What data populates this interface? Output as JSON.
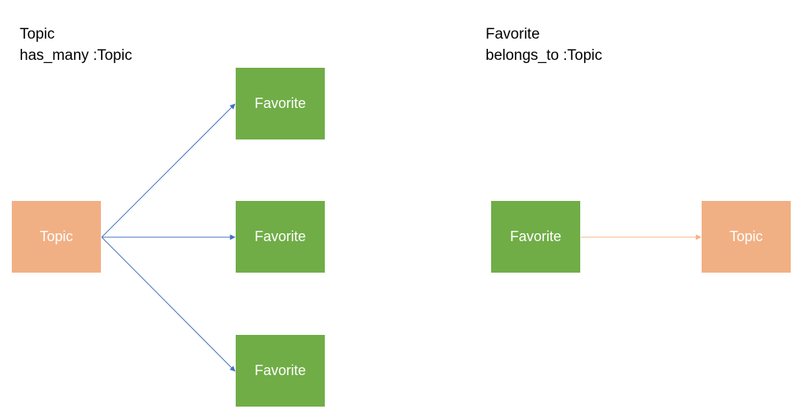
{
  "left_caption": {
    "title": "Topic",
    "association": "has_many :Topic"
  },
  "right_caption": {
    "title": "Favorite",
    "association": "belongs_to :Topic"
  },
  "left_diagram": {
    "source": "Topic",
    "targets": [
      "Favorite",
      "Favorite",
      "Favorite"
    ]
  },
  "right_diagram": {
    "source": "Favorite",
    "target": "Topic"
  },
  "colors": {
    "green": "#70ad47",
    "orange": "#f1b084",
    "blue_arrow": "#4472c4",
    "orange_arrow": "#f4b183"
  }
}
